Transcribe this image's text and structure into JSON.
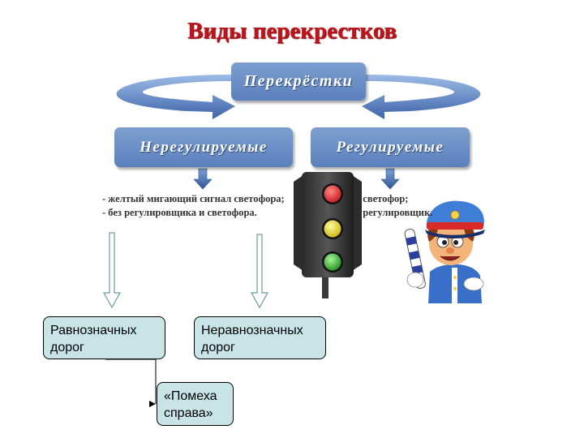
{
  "title": "Виды перекрестков",
  "nodes": {
    "root": "Перекрёстки",
    "unregulated": "Нерегулируемые",
    "regulated": "Регулируемые",
    "equal_roads": [
      "Равнозначных",
      "дорог"
    ],
    "unequal_roads": [
      "Неравнозначных",
      "дорог"
    ],
    "right_hand_rule": [
      "«Помеха",
      "справа»"
    ]
  },
  "notes": {
    "unregulated": [
      "- желтый мигающий сигнал светофора;",
      "- без регулировщика и светофора."
    ],
    "regulated": [
      "- светофор;",
      "- регулировщик."
    ]
  },
  "colors": {
    "title": "#c0141c",
    "box_blue": "#6c8fc7",
    "box_teal": "#c8e4e7",
    "signal_red": "#e0202a",
    "signal_yellow": "#e8d820",
    "signal_green": "#3cb03a"
  },
  "illustrations": [
    "traffic-light",
    "traffic-officer-cartoon"
  ]
}
